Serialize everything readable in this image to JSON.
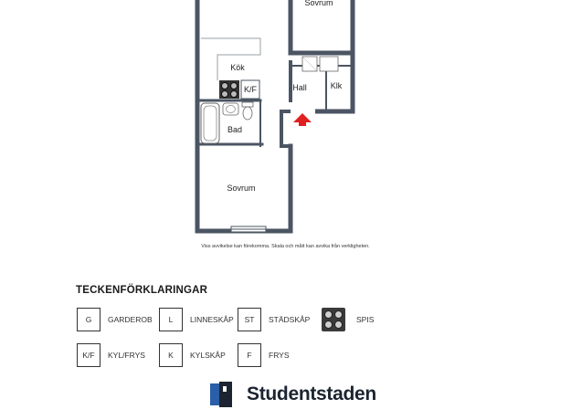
{
  "floorplan": {
    "rooms": {
      "sovrum_top": "Sovrum",
      "kok": "Kök",
      "kf": "K/F",
      "hall": "Hall",
      "klk": "Klk",
      "bad": "Bad",
      "sovrum_bottom": "Sovrum"
    },
    "disclaimer": "Viss avvikelse kan förekomma. Skala och mått kan avvika från verkligheten.",
    "colors": {
      "wall": "#4b5563",
      "entrance_arrow": "#e02020"
    }
  },
  "legend": {
    "title": "TECKENFÖRKLARINGAR",
    "items": [
      {
        "code": "G",
        "label": "GARDEROB"
      },
      {
        "code": "L",
        "label": "LINNESKÅP"
      },
      {
        "code": "ST",
        "label": "STÄDSKÅP"
      },
      {
        "code": "",
        "label": "SPIS",
        "icon": "stove-icon"
      },
      {
        "code": "K/F",
        "label": "KYL/FRYS"
      },
      {
        "code": "K",
        "label": "KYLSKÅP"
      },
      {
        "code": "F",
        "label": "FRYS"
      }
    ]
  },
  "brand": {
    "name": "Studentstaden",
    "color": "#1b2430"
  }
}
